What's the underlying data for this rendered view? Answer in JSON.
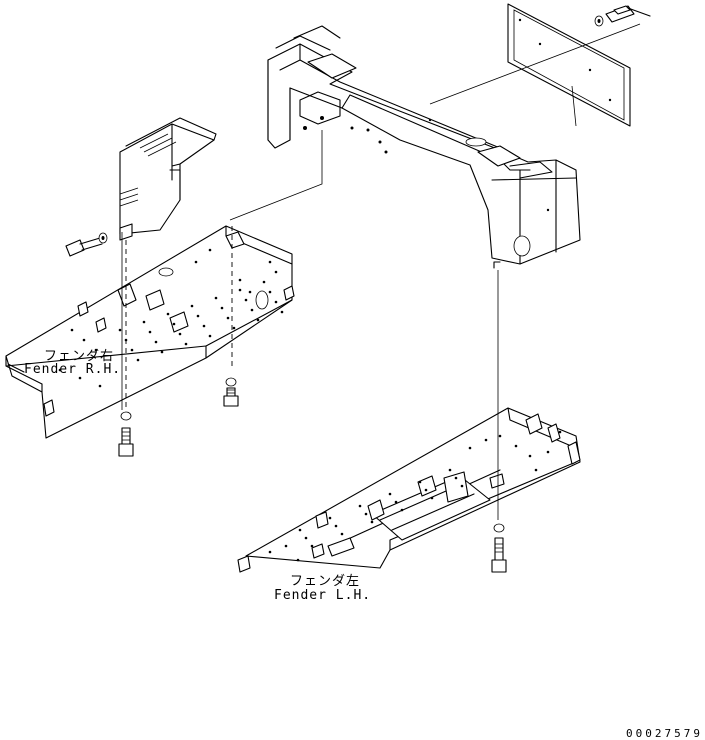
{
  "labels": {
    "fender_rh_jp": "フェンダ右",
    "fender_rh_en": "Fender R.H.",
    "fender_lh_jp": "フェンダ左",
    "fender_lh_en": "Fender L.H."
  },
  "document_number": "00027579"
}
